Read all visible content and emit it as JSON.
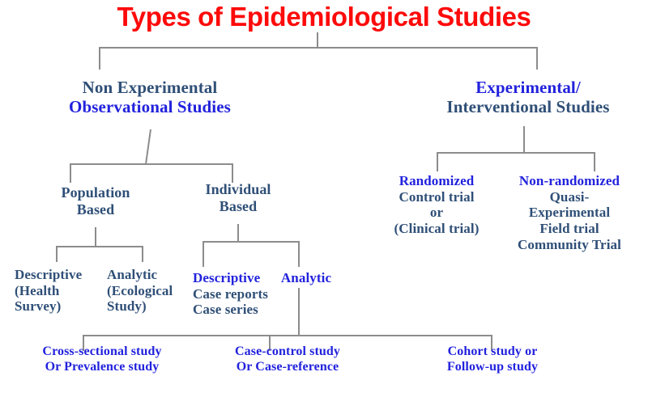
{
  "title": "Types of Epidemiological Studies",
  "colors": {
    "title_red": "#fe0a0a",
    "navy": "#2f4f77",
    "blue": "#2222dd",
    "connector_gray": "#8c8c8c",
    "background": "#ffffff"
  },
  "branches": {
    "non_experimental": {
      "line1": "Non Experimental",
      "line2": "Observational Studies"
    },
    "experimental": {
      "line1": "Experimental/",
      "line2": "Interventional Studies"
    }
  },
  "observational": {
    "population_based": {
      "line1": "Population",
      "line2": "Based"
    },
    "individual_based": {
      "line1": "Individual",
      "line2": "Based"
    }
  },
  "population_leaves": {
    "descriptive": {
      "line1": "Descriptive",
      "line2": "(Health",
      "line3": "Survey)"
    },
    "analytic": {
      "line1": "Analytic",
      "line2": "(Ecological",
      "line3": "Study)"
    }
  },
  "individual_leaves": {
    "descriptive": {
      "line1": "Descriptive",
      "line2": "Case reports",
      "line3": "Case series"
    },
    "analytic": {
      "line1": "Analytic"
    }
  },
  "experimental_leaves": {
    "randomized": {
      "line1": "Randomized",
      "line2": "Control trial",
      "line3": "or",
      "line4": "(Clinical trial)"
    },
    "non_randomized": {
      "line1": "Non-randomized",
      "line2": "Quasi-",
      "line3": "Experimental",
      "line4": "Field trial",
      "line5": "Community Trial"
    }
  },
  "analytic_outcomes": {
    "cross_sectional": {
      "line1": "Cross-sectional study",
      "line2": "Or Prevalence study"
    },
    "case_control": {
      "line1": "Case-control study",
      "line2": "Or Case-reference"
    },
    "cohort": {
      "line1": "Cohort study or",
      "line2": "Follow-up study"
    }
  }
}
